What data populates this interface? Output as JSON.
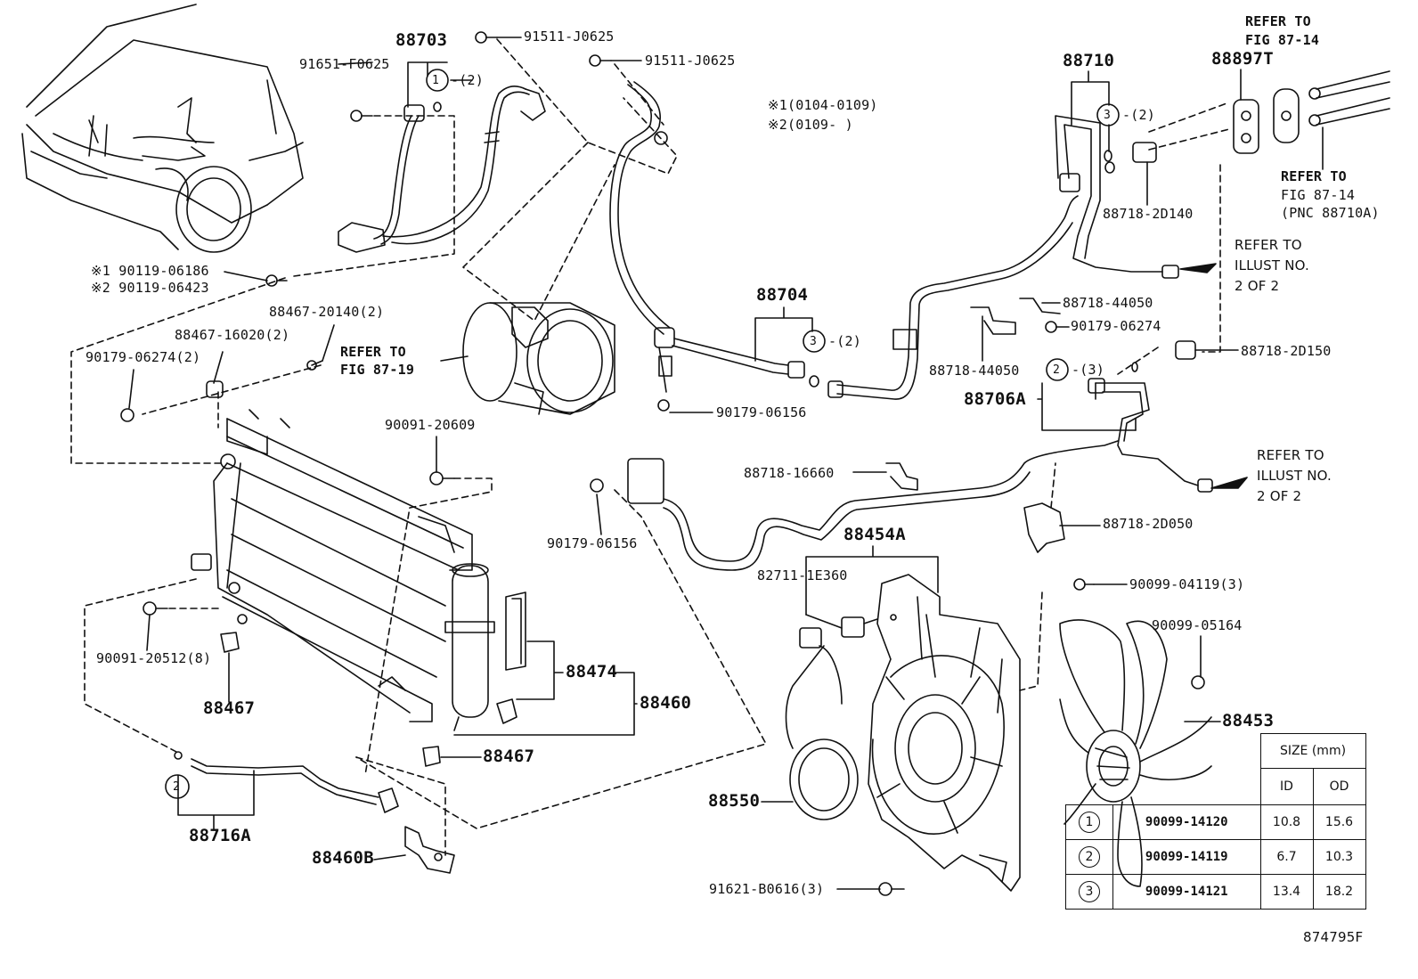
{
  "labels": {
    "p88703": "88703",
    "p91511_1": "91511-J0625",
    "p91511_2": "91511-J0625",
    "p91651": "91651-F0625",
    "c1_qty": "-(2)",
    "c1": "1",
    "note1": "※1(0104-0109)",
    "note2": "※2(0109-     )",
    "p90119a": "※1 90119-06186",
    "p90119b": "※2 90119-06423",
    "p88467_20140": "88467-20140(2)",
    "p88467_16020": "88467-16020(2)",
    "p90179_06274_2": "90179-06274(2)",
    "refer_8719_a": "REFER TO",
    "refer_8719_b": "FIG 87-19",
    "p88704": "88704",
    "c3a": "3",
    "c3a_qty": "-(2)",
    "p90179_06156a": "90179-06156",
    "p88710": "88710",
    "c3b": "3",
    "c3b_qty": "-(2)",
    "p88718_2D140": "88718-2D140",
    "p88897T": "88897T",
    "refer_8714_top_a": "REFER TO",
    "refer_8714_top_b": "FIG 87-14",
    "refer_8714_r_a": "REFER TO",
    "refer_8714_r_b": "FIG 87-14",
    "refer_8714_r_c": "(PNC 88710A)",
    "refer_illust1_a": "REFER TO",
    "refer_illust1_b": "ILLUST NO.",
    "refer_illust1_c": "2 OF 2",
    "p88718_44050a": "88718-44050",
    "p90179_06274": "90179-06274",
    "p88718_44050b": "88718-44050",
    "c2a": "2",
    "c2a_qty": "-(3)",
    "p88718_2D150": "88718-2D150",
    "p88706A": "88706A",
    "p90091_20609": "90091-20609",
    "p88718_16660": "88718-16660",
    "refer_illust2_a": "REFER TO",
    "refer_illust2_b": "ILLUST NO.",
    "refer_illust2_c": "2 OF 2",
    "p88718_2D050": "88718-2D050",
    "p90179_06156b": "90179-06156",
    "p88454A": "88454A",
    "p82711": "82711-1E360",
    "p90099_04119": "90099-04119(3)",
    "p90099_05164": "90099-05164",
    "p90091_20512": "90091-20512(8)",
    "p88467a": "88467",
    "p88474": "88474",
    "p88460": "88460",
    "p88467b": "88467",
    "p88453": "88453",
    "c2b": "2",
    "p88716A": "88716A",
    "p88460B": "88460B",
    "p88550": "88550",
    "p91621": "91621-B0616(3)",
    "fig_id": "874795F"
  },
  "size_table": {
    "header": "SIZE (mm)",
    "col_id": "ID",
    "col_od": "OD",
    "rows": [
      {
        "no": "1",
        "part": "90099-14120",
        "id": "10.8",
        "od": "15.6"
      },
      {
        "no": "2",
        "part": "90099-14119",
        "id": "6.7",
        "od": "10.3"
      },
      {
        "no": "3",
        "part": "90099-14121",
        "id": "13.4",
        "od": "18.2"
      }
    ]
  }
}
